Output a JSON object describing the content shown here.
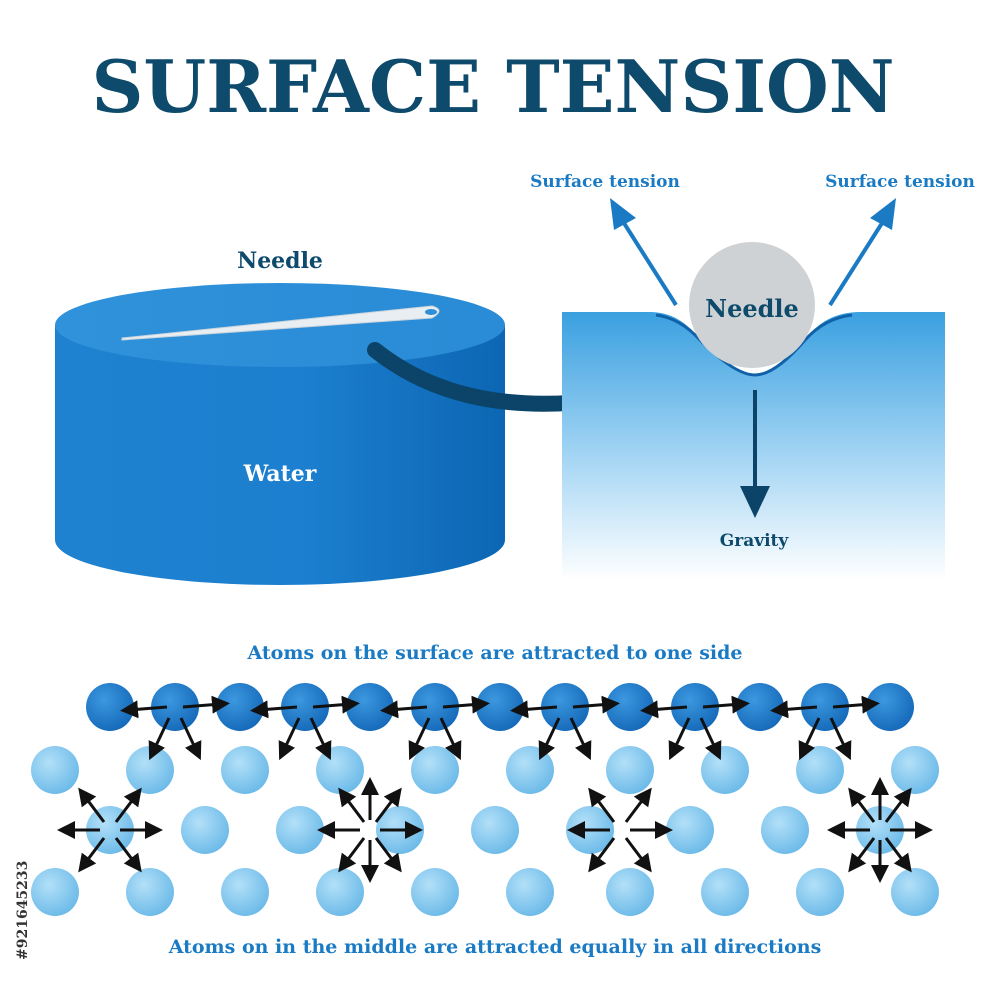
{
  "title": "SURFACE TENSION",
  "left_panel": {
    "needle_label": "Needle",
    "water_label": "Water"
  },
  "right_panel": {
    "tension_left_label": "Surface tension",
    "tension_right_label": "Surface tension",
    "needle_label": "Needle",
    "gravity_label": "Gravity"
  },
  "atoms": {
    "surface_caption": "Atoms on the surface are attracted to one side",
    "middle_caption": "Atoms on in the middle are attracted equally in all directions"
  },
  "side_id": "#921645233",
  "colors": {
    "title": "#0d4a6b",
    "label_dark": "#0d4a6b",
    "label_blue": "#1a7bc4",
    "water_top": "#2d8fd8",
    "water_side": "#1177c6",
    "surface_atom": "#1a78c9",
    "middle_atom": "#7cc4ec",
    "arrow_dark": "#0b4468"
  }
}
